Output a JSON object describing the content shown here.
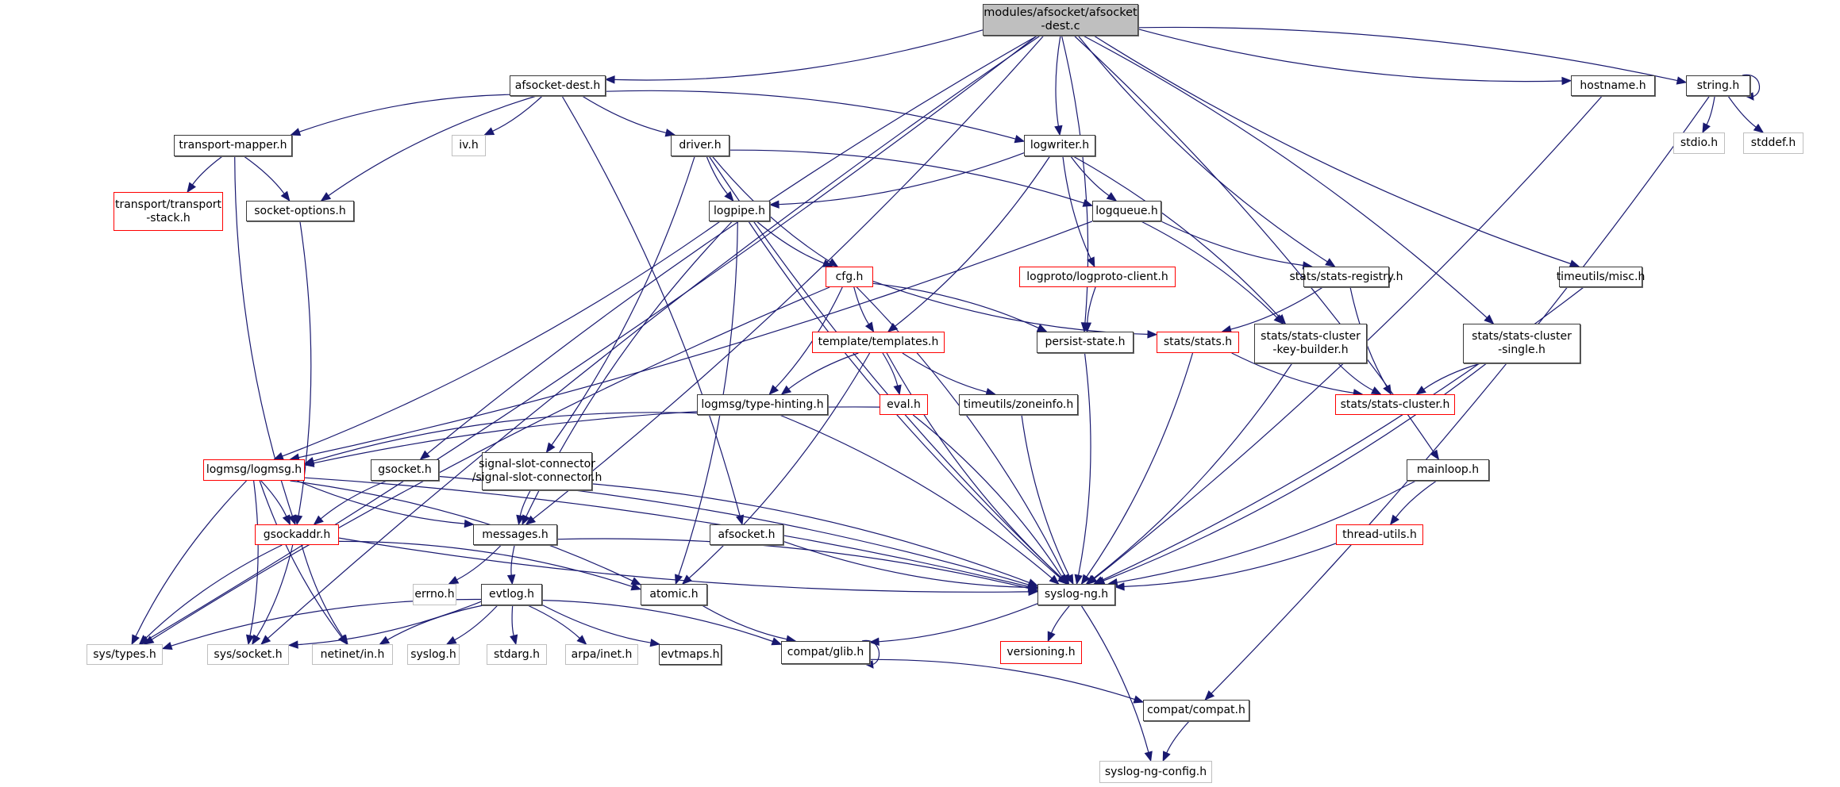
{
  "diagram": {
    "type": "include-dependency-graph",
    "edge_color": "#191970",
    "node_styles": {
      "root": {
        "fill": "#bfbfbf",
        "border": "#404040"
      },
      "documented": {
        "fill": "#ffffff",
        "border": "#000000"
      },
      "truncated": {
        "fill": "#ffffff",
        "border": "#ff0000"
      },
      "external": {
        "fill": "#ffffff",
        "border": "#bfbfbf"
      }
    },
    "nodes": [
      {
        "id": "root",
        "label": "modules/afsocket/afsocket\n-dest.c",
        "style": "root"
      },
      {
        "id": "afsocket_dest_h",
        "label": "afsocket-dest.h",
        "style": "documented"
      },
      {
        "id": "hostname_h",
        "label": "hostname.h",
        "style": "documented"
      },
      {
        "id": "string_h",
        "label": "string.h",
        "style": "documented"
      },
      {
        "id": "stdio_h",
        "label": "stdio.h",
        "style": "external"
      },
      {
        "id": "stddef_h",
        "label": "stddef.h",
        "style": "external"
      },
      {
        "id": "transport_mapper_h",
        "label": "transport-mapper.h",
        "style": "documented"
      },
      {
        "id": "iv_h",
        "label": "iv.h",
        "style": "external"
      },
      {
        "id": "driver_h",
        "label": "driver.h",
        "style": "documented"
      },
      {
        "id": "logwriter_h",
        "label": "logwriter.h",
        "style": "documented"
      },
      {
        "id": "transport_stack_h",
        "label": "transport/transport\n-stack.h",
        "style": "truncated"
      },
      {
        "id": "socket_options_h",
        "label": "socket-options.h",
        "style": "documented"
      },
      {
        "id": "logpipe_h",
        "label": "logpipe.h",
        "style": "documented"
      },
      {
        "id": "logqueue_h",
        "label": "logqueue.h",
        "style": "documented"
      },
      {
        "id": "cfg_h",
        "label": "cfg.h",
        "style": "truncated"
      },
      {
        "id": "logproto_client_h",
        "label": "logproto/logproto-client.h",
        "style": "truncated"
      },
      {
        "id": "stats_registry_h",
        "label": "stats/stats-registry.h",
        "style": "documented"
      },
      {
        "id": "timeutils_misc_h",
        "label": "timeutils/misc.h",
        "style": "documented"
      },
      {
        "id": "templates_h",
        "label": "template/templates.h",
        "style": "truncated"
      },
      {
        "id": "persist_state_h",
        "label": "persist-state.h",
        "style": "documented"
      },
      {
        "id": "stats_h",
        "label": "stats/stats.h",
        "style": "truncated"
      },
      {
        "id": "stats_cluster_key_builder_h",
        "label": "stats/stats-cluster\n-key-builder.h",
        "style": "documented"
      },
      {
        "id": "stats_cluster_single_h",
        "label": "stats/stats-cluster\n-single.h",
        "style": "documented"
      },
      {
        "id": "stats_cluster_h",
        "label": "stats/stats-cluster.h",
        "style": "truncated"
      },
      {
        "id": "type_hinting_h",
        "label": "logmsg/type-hinting.h",
        "style": "documented"
      },
      {
        "id": "eval_h",
        "label": "eval.h",
        "style": "truncated"
      },
      {
        "id": "zoneinfo_h",
        "label": "timeutils/zoneinfo.h",
        "style": "documented"
      },
      {
        "id": "logmsg_h",
        "label": "logmsg/logmsg.h",
        "style": "truncated"
      },
      {
        "id": "gsocket_h",
        "label": "gsocket.h",
        "style": "documented"
      },
      {
        "id": "signal_slot_connector_h",
        "label": "signal-slot-connector\n/signal-slot-connector.h",
        "style": "documented"
      },
      {
        "id": "mainloop_h",
        "label": "mainloop.h",
        "style": "documented"
      },
      {
        "id": "gsockaddr_h",
        "label": "gsockaddr.h",
        "style": "truncated"
      },
      {
        "id": "messages_h",
        "label": "messages.h",
        "style": "documented"
      },
      {
        "id": "afsocket_h",
        "label": "afsocket.h",
        "style": "documented"
      },
      {
        "id": "thread_utils_h",
        "label": "thread-utils.h",
        "style": "truncated"
      },
      {
        "id": "errno_h",
        "label": "errno.h",
        "style": "external"
      },
      {
        "id": "evtlog_h",
        "label": "evtlog.h",
        "style": "documented"
      },
      {
        "id": "atomic_h",
        "label": "atomic.h",
        "style": "documented"
      },
      {
        "id": "syslog_ng_h",
        "label": "syslog-ng.h",
        "style": "documented"
      },
      {
        "id": "sys_types_h",
        "label": "sys/types.h",
        "style": "external"
      },
      {
        "id": "sys_socket_h",
        "label": "sys/socket.h",
        "style": "external"
      },
      {
        "id": "netinet_in_h",
        "label": "netinet/in.h",
        "style": "external"
      },
      {
        "id": "syslog_h",
        "label": "syslog.h",
        "style": "external"
      },
      {
        "id": "stdarg_h",
        "label": "stdarg.h",
        "style": "external"
      },
      {
        "id": "arpa_inet_h",
        "label": "arpa/inet.h",
        "style": "external"
      },
      {
        "id": "evtmaps_h",
        "label": "evtmaps.h",
        "style": "documented"
      },
      {
        "id": "compat_glib_h",
        "label": "compat/glib.h",
        "style": "documented"
      },
      {
        "id": "versioning_h",
        "label": "versioning.h",
        "style": "truncated"
      },
      {
        "id": "compat_compat_h",
        "label": "compat/compat.h",
        "style": "documented"
      },
      {
        "id": "syslog_ng_config_h",
        "label": "syslog-ng-config.h",
        "style": "external"
      }
    ],
    "edges": [
      [
        "root",
        "afsocket_dest_h"
      ],
      [
        "root",
        "hostname_h"
      ],
      [
        "root",
        "string_h"
      ],
      [
        "root",
        "logwriter_h"
      ],
      [
        "root",
        "sys_types_h"
      ],
      [
        "root",
        "sys_socket_h"
      ],
      [
        "root",
        "messages_h"
      ],
      [
        "root",
        "gsocket_h"
      ],
      [
        "root",
        "persist_state_h"
      ],
      [
        "root",
        "stats_registry_h"
      ],
      [
        "root",
        "stats_cluster_single_h"
      ],
      [
        "root",
        "timeutils_misc_h"
      ],
      [
        "root",
        "mainloop_h"
      ],
      [
        "afsocket_dest_h",
        "transport_mapper_h"
      ],
      [
        "afsocket_dest_h",
        "iv_h"
      ],
      [
        "afsocket_dest_h",
        "driver_h"
      ],
      [
        "afsocket_dest_h",
        "logwriter_h"
      ],
      [
        "afsocket_dest_h",
        "socket_options_h"
      ],
      [
        "afsocket_dest_h",
        "afsocket_h"
      ],
      [
        "string_h",
        "string_h"
      ],
      [
        "string_h",
        "stdio_h"
      ],
      [
        "string_h",
        "stddef_h"
      ],
      [
        "hostname_h",
        "syslog_ng_h"
      ],
      [
        "transport_mapper_h",
        "transport_stack_h"
      ],
      [
        "transport_mapper_h",
        "socket_options_h"
      ],
      [
        "transport_mapper_h",
        "gsockaddr_h"
      ],
      [
        "socket_options_h",
        "gsockaddr_h"
      ],
      [
        "driver_h",
        "logpipe_h"
      ],
      [
        "driver_h",
        "logqueue_h"
      ],
      [
        "driver_h",
        "cfg_h"
      ],
      [
        "driver_h",
        "signal_slot_connector_h"
      ],
      [
        "driver_h",
        "syslog_ng_h"
      ],
      [
        "logwriter_h",
        "logpipe_h"
      ],
      [
        "logwriter_h",
        "logqueue_h"
      ],
      [
        "logwriter_h",
        "templates_h"
      ],
      [
        "logwriter_h",
        "logproto_client_h"
      ],
      [
        "logwriter_h",
        "stats_cluster_key_builder_h"
      ],
      [
        "logpipe_h",
        "cfg_h"
      ],
      [
        "logpipe_h",
        "logmsg_h"
      ],
      [
        "logpipe_h",
        "messages_h"
      ],
      [
        "logpipe_h",
        "atomic_h"
      ],
      [
        "logpipe_h",
        "syslog_ng_h"
      ],
      [
        "logqueue_h",
        "logmsg_h"
      ],
      [
        "logqueue_h",
        "stats_registry_h"
      ],
      [
        "logqueue_h",
        "stats_cluster_key_builder_h"
      ],
      [
        "cfg_h",
        "templates_h"
      ],
      [
        "cfg_h",
        "persist_state_h"
      ],
      [
        "cfg_h",
        "stats_h"
      ],
      [
        "cfg_h",
        "type_hinting_h"
      ],
      [
        "cfg_h",
        "sys_types_h"
      ],
      [
        "cfg_h",
        "syslog_ng_h"
      ],
      [
        "logproto_client_h",
        "persist_state_h"
      ],
      [
        "stats_registry_h",
        "stats_h"
      ],
      [
        "stats_registry_h",
        "stats_cluster_h"
      ],
      [
        "timeutils_misc_h",
        "syslog_ng_h"
      ],
      [
        "templates_h",
        "type_hinting_h"
      ],
      [
        "templates_h",
        "eval_h"
      ],
      [
        "templates_h",
        "zoneinfo_h"
      ],
      [
        "templates_h",
        "atomic_h"
      ],
      [
        "templates_h",
        "syslog_ng_h"
      ],
      [
        "persist_state_h",
        "syslog_ng_h"
      ],
      [
        "stats_h",
        "stats_cluster_h"
      ],
      [
        "stats_h",
        "syslog_ng_h"
      ],
      [
        "stats_cluster_key_builder_h",
        "stats_cluster_h"
      ],
      [
        "stats_cluster_key_builder_h",
        "syslog_ng_h"
      ],
      [
        "stats_cluster_single_h",
        "stats_cluster_h"
      ],
      [
        "stats_cluster_single_h",
        "syslog_ng_h"
      ],
      [
        "type_hinting_h",
        "logmsg_h"
      ],
      [
        "type_hinting_h",
        "syslog_ng_h"
      ],
      [
        "eval_h",
        "logmsg_h"
      ],
      [
        "eval_h",
        "syslog_ng_h"
      ],
      [
        "zoneinfo_h",
        "syslog_ng_h"
      ],
      [
        "logmsg_h",
        "gsockaddr_h"
      ],
      [
        "logmsg_h",
        "messages_h"
      ],
      [
        "logmsg_h",
        "atomic_h"
      ],
      [
        "logmsg_h",
        "sys_types_h"
      ],
      [
        "logmsg_h",
        "sys_socket_h"
      ],
      [
        "logmsg_h",
        "netinet_in_h"
      ],
      [
        "logmsg_h",
        "syslog_ng_h"
      ],
      [
        "gsocket_h",
        "gsockaddr_h"
      ],
      [
        "gsocket_h",
        "syslog_ng_h"
      ],
      [
        "signal_slot_connector_h",
        "messages_h"
      ],
      [
        "signal_slot_connector_h",
        "syslog_ng_h"
      ],
      [
        "mainloop_h",
        "thread_utils_h"
      ],
      [
        "mainloop_h",
        "syslog_ng_h"
      ],
      [
        "gsockaddr_h",
        "sys_types_h"
      ],
      [
        "gsockaddr_h",
        "sys_socket_h"
      ],
      [
        "gsockaddr_h",
        "netinet_in_h"
      ],
      [
        "gsockaddr_h",
        "atomic_h"
      ],
      [
        "gsockaddr_h",
        "syslog_ng_h"
      ],
      [
        "messages_h",
        "errno_h"
      ],
      [
        "messages_h",
        "evtlog_h"
      ],
      [
        "messages_h",
        "syslog_ng_h"
      ],
      [
        "afsocket_h",
        "syslog_ng_h"
      ],
      [
        "thread_utils_h",
        "syslog_ng_h"
      ],
      [
        "evtlog_h",
        "sys_types_h"
      ],
      [
        "evtlog_h",
        "sys_socket_h"
      ],
      [
        "evtlog_h",
        "netinet_in_h"
      ],
      [
        "evtlog_h",
        "syslog_h"
      ],
      [
        "evtlog_h",
        "stdarg_h"
      ],
      [
        "evtlog_h",
        "arpa_inet_h"
      ],
      [
        "evtlog_h",
        "evtmaps_h"
      ],
      [
        "evtlog_h",
        "compat_glib_h"
      ],
      [
        "atomic_h",
        "compat_glib_h"
      ],
      [
        "syslog_ng_h",
        "compat_glib_h"
      ],
      [
        "syslog_ng_h",
        "versioning_h"
      ],
      [
        "syslog_ng_h",
        "syslog_ng_config_h"
      ],
      [
        "compat_glib_h",
        "compat_glib_h"
      ],
      [
        "compat_glib_h",
        "compat_compat_h"
      ],
      [
        "compat_compat_h",
        "syslog_ng_config_h"
      ],
      [
        "string_h",
        "compat_compat_h"
      ]
    ]
  }
}
